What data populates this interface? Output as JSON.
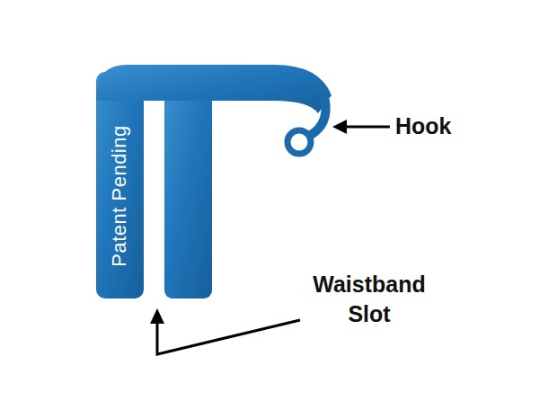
{
  "diagram": {
    "labels": [
      "Patent Pending",
      "Hook",
      "Waistband Slot"
    ]
  }
}
